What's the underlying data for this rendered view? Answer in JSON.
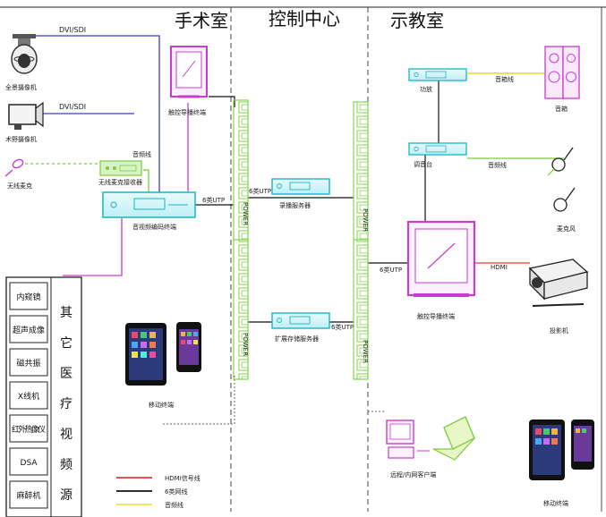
{
  "sections": {
    "operating_room": "手术室",
    "control_center": "控制中心",
    "demo_room": "示教室"
  },
  "devices": {
    "panoramic_camera": "全景摄像机",
    "surgical_camera": "术野摄像机",
    "wireless_mic": "无线麦克",
    "wireless_mic_receiver": "无线麦克接收器",
    "av_encoder": "音视频编码终端",
    "touch_terminal_or": "触控导播终端",
    "record_server": "录播服务器",
    "storage_server": "扩展存储服务器",
    "mobile_terminal_or": "移动终端",
    "amplifier": "功放",
    "mixer": "调音台",
    "speaker": "音箱",
    "microphone": "麦克风",
    "touch_terminal_demo": "触控导播终端",
    "projector": "投影机",
    "remote_client": "远程/内网客户端",
    "mobile_terminal_demo": "移动终端"
  },
  "line_labels": {
    "dvi_sdi_1": "DVI/SDI",
    "dvi_sdi_2": "DVI/SDI",
    "audio_line_mic": "音频线",
    "utp_encoder": "6类UTP",
    "utp_record": "6类UTP",
    "utp_storage": "6类UTP",
    "utp_demo": "6类UTP",
    "speaker_line": "音箱线",
    "audio_line_demo": "音频线",
    "hdmi": "HDMI"
  },
  "switch_label": "POWER",
  "medical_sources": {
    "title_chars": [
      "其",
      "它",
      "医",
      "疗",
      "视",
      "频",
      "源"
    ],
    "items": [
      "内窥镜",
      "超声成像",
      "磁共振",
      "X线机",
      "红外热像仪",
      "DSA",
      "麻醉机"
    ]
  },
  "legend": [
    {
      "label": "HDMI信号线",
      "color": "#e53935"
    },
    {
      "label": "6类网线",
      "color": "#111111"
    },
    {
      "label": "音频线",
      "color": "#f4e04d"
    }
  ],
  "colors": {
    "video_line": "#3b3bd0",
    "network_line": "#111111",
    "audio_line": "#7ccc3c",
    "speaker_line": "#d8d800",
    "hdmi_line": "#e53935",
    "device_cyan": "#17b6c4",
    "magenta": "#c83ccf",
    "switch_green": "#7fd64a"
  }
}
